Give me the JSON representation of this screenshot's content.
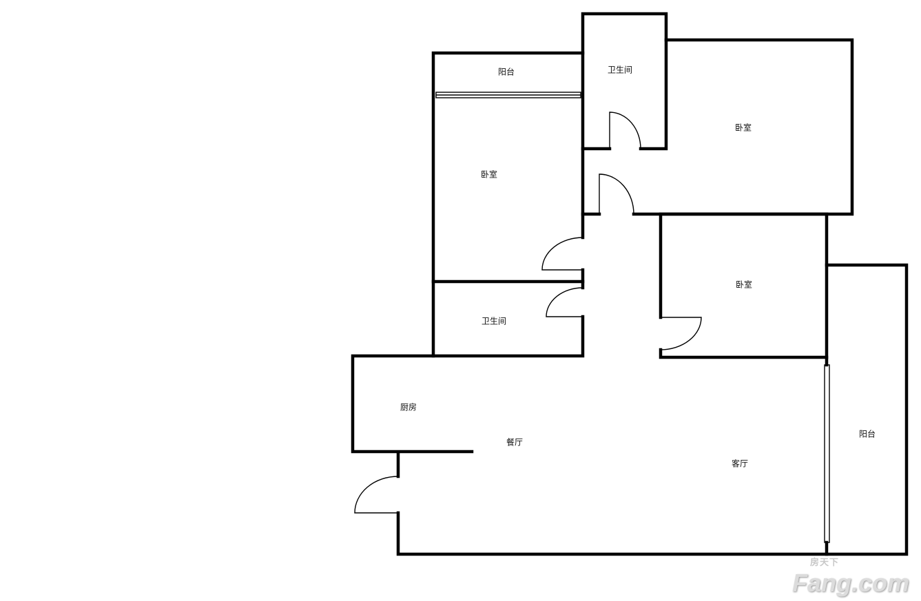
{
  "rooms": {
    "balcony_top": "阳台",
    "bathroom_top": "卫生间",
    "bedroom_top_right": "卧室",
    "bedroom_left": "卧室",
    "bedroom_middle": "卧室",
    "bathroom_left": "卫生间",
    "kitchen": "厨房",
    "dining": "餐厅",
    "living": "客厅",
    "balcony_right": "阳台"
  },
  "watermark": {
    "cn": "房天下",
    "en": "Fang.com"
  }
}
